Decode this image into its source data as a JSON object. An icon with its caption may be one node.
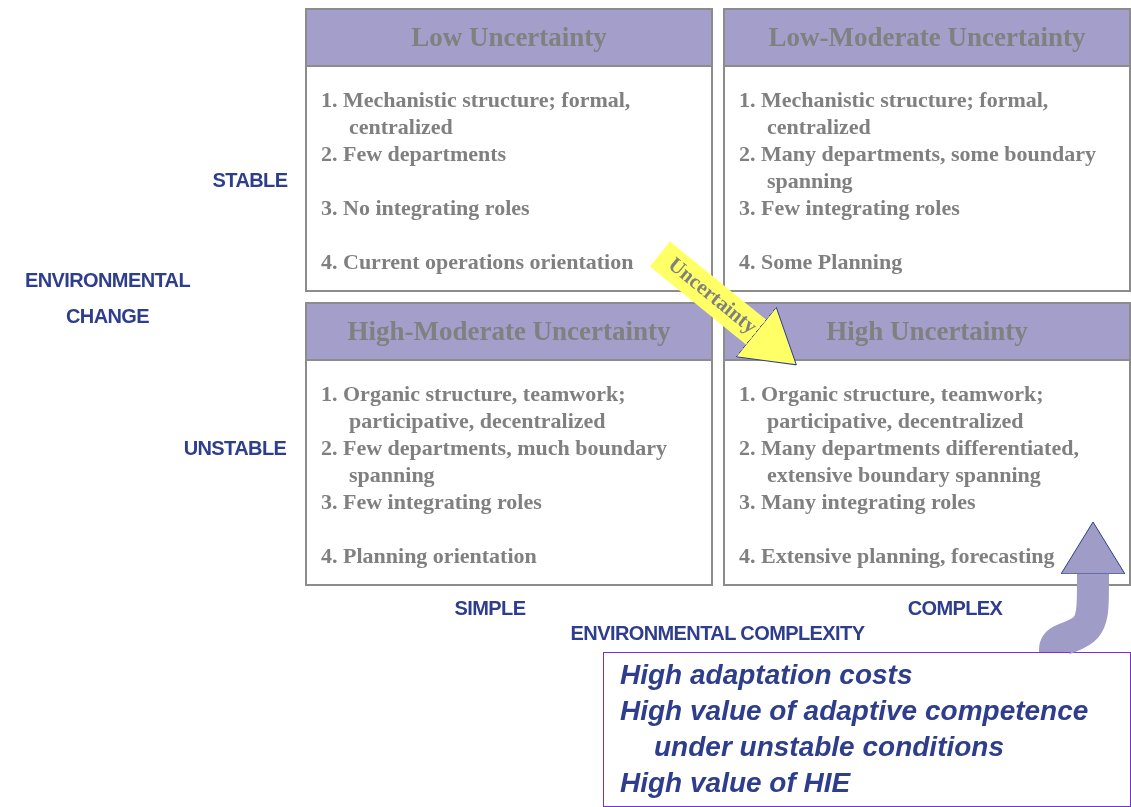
{
  "diagram": {
    "nodes": [
      {
        "text": [
          "Low Uncertainty",
          "1. Mechanistic structure; formal, centralized",
          "2. Few departments",
          "3. No integrating roles",
          "4. Current operations orientation"
        ]
      },
      {
        "text": [
          "Low-Moderate Uncertainty",
          "1. Mechanistic structure; formal, centralized",
          "2. Many departments, some boundary spanning",
          "3. Few integrating roles",
          "4. Some Planning"
        ]
      },
      {
        "text": [
          "High-Moderate Uncertainty",
          "1. Organic structure, teamwork; participative, decentralized",
          "2. Few departments, much boundary spanning",
          "3. Few integrating roles",
          "4. Planning orientation"
        ]
      },
      {
        "text": [
          "High Uncertainty",
          "1. Organic structure, teamwork; participative, decentralized",
          "2. Many departments differentiated, extensive boundary spanning",
          "3. Many integrating roles",
          "4. Extensive planning, forecasting"
        ]
      },
      {
        "text": [
          "High adaptation costs",
          "High value of adaptive competence under unstable conditions",
          "High value of HIE"
        ]
      }
    ],
    "edges": [
      {
        "from": 0,
        "to": 3,
        "arrow": "to",
        "label": "Uncertainty",
        "color": "#ffff66"
      },
      {
        "from": 4,
        "to": 3,
        "arrow": "to",
        "color": "#a09cc8"
      }
    ],
    "labels": [
      "STABLE",
      "ENVIRONMENTAL CHANGE",
      "UNSTABLE",
      "SIMPLE",
      "COMPLEX",
      "ENVIRONMENTAL COMPLEXITY"
    ]
  }
}
